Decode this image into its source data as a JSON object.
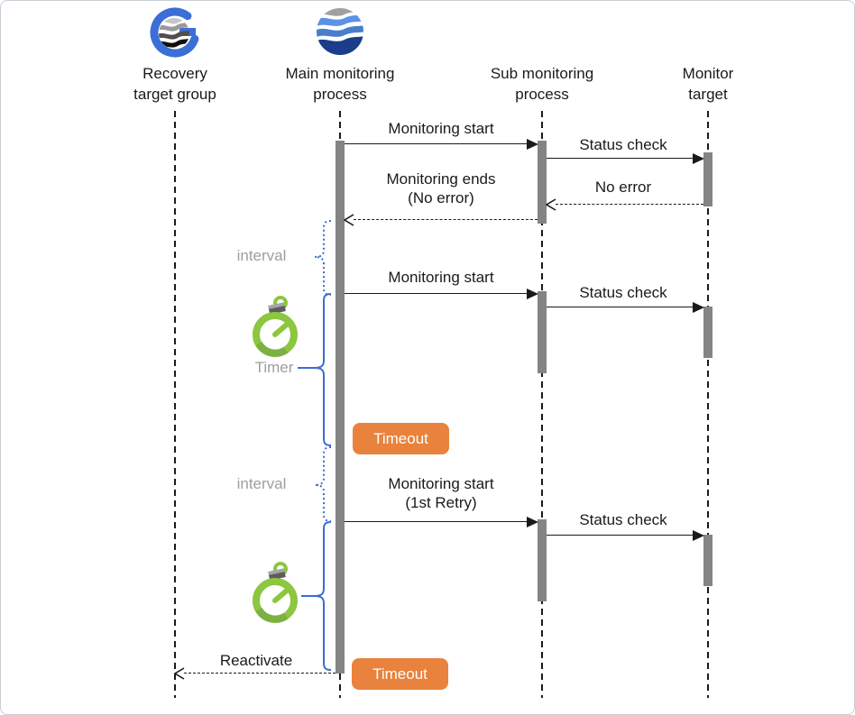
{
  "diagram_type": "sequence-diagram",
  "colors": {
    "accent_blue": "#3b6cd4",
    "badge_orange": "#e8823c",
    "activation_gray": "#848484",
    "note_gray": "#9e9e9e",
    "timer_green": "#8dc63f",
    "line_black": "#1a1a1a"
  },
  "lifelines": [
    {
      "label": "Recovery\ntarget group",
      "icon": "globe-g-logo"
    },
    {
      "label": "Main monitoring\nprocess",
      "icon": "wave-sphere-logo"
    },
    {
      "label": "Sub monitoring\nprocess",
      "icon": ""
    },
    {
      "label": "Monitor\ntarget",
      "icon": ""
    }
  ],
  "messages": {
    "monitoring_start_1": "Monitoring start",
    "status_check_1": "Status check",
    "no_error": "No error",
    "monitoring_ends": "Monitoring ends\n(No error)",
    "monitoring_start_2": "Monitoring start",
    "status_check_2": "Status check",
    "monitoring_start_retry": "Monitoring start\n(1st Retry)",
    "status_check_3": "Status check",
    "reactivate": "Reactivate"
  },
  "annotations": {
    "interval_1": "interval",
    "timer_label": "Timer",
    "interval_2": "interval",
    "timeout_1": "Timeout",
    "timeout_2": "Timeout"
  }
}
